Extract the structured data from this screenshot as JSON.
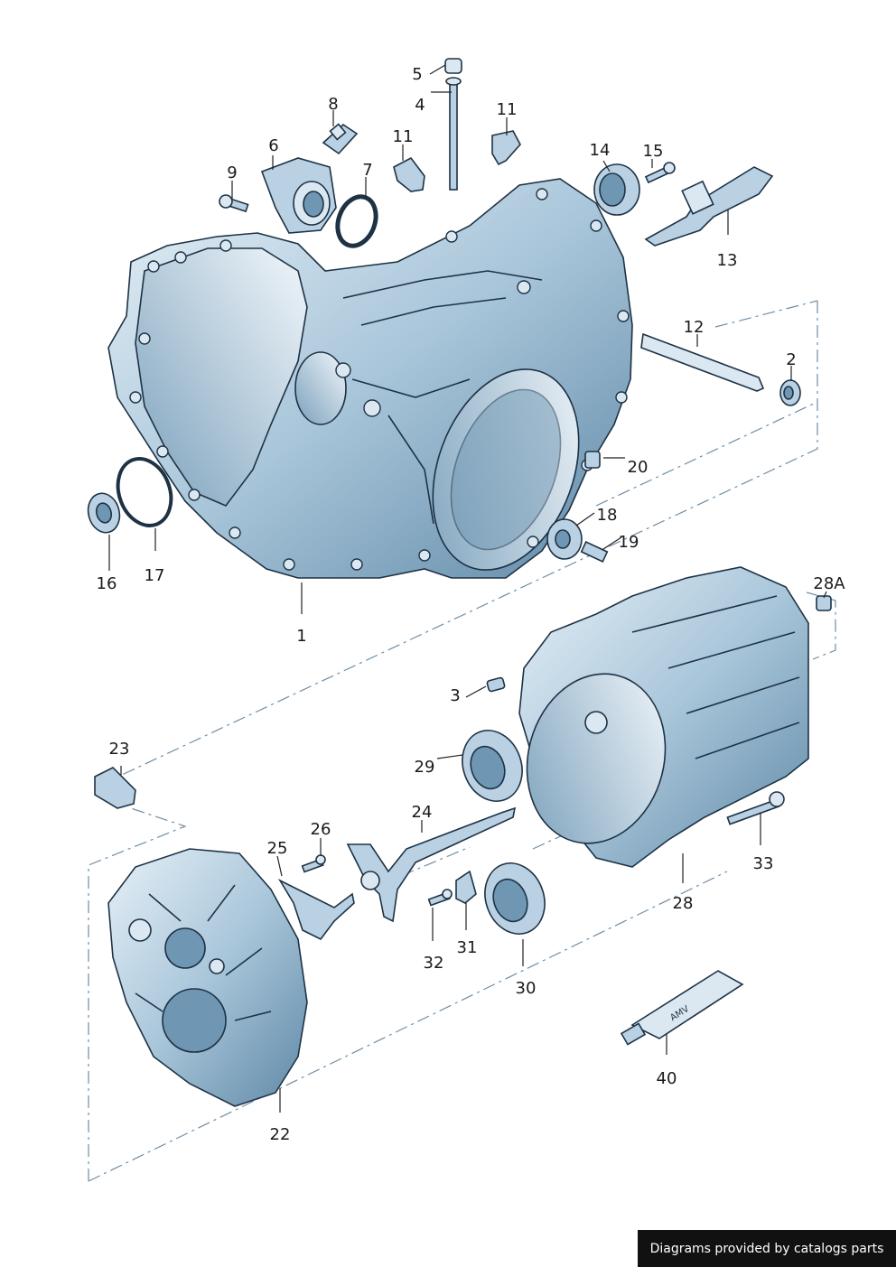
{
  "callouts": [
    {
      "id": "c1",
      "text": "1"
    },
    {
      "id": "c2",
      "text": "2"
    },
    {
      "id": "c3",
      "text": "3"
    },
    {
      "id": "c4",
      "text": "4"
    },
    {
      "id": "c5",
      "text": "5"
    },
    {
      "id": "c6",
      "text": "6"
    },
    {
      "id": "c7",
      "text": "7"
    },
    {
      "id": "c8",
      "text": "8"
    },
    {
      "id": "c9",
      "text": "9"
    },
    {
      "id": "c11a",
      "text": "11"
    },
    {
      "id": "c11b",
      "text": "11"
    },
    {
      "id": "c12",
      "text": "12"
    },
    {
      "id": "c13",
      "text": "13"
    },
    {
      "id": "c14",
      "text": "14"
    },
    {
      "id": "c15",
      "text": "15"
    },
    {
      "id": "c16",
      "text": "16"
    },
    {
      "id": "c17",
      "text": "17"
    },
    {
      "id": "c18",
      "text": "18"
    },
    {
      "id": "c19",
      "text": "19"
    },
    {
      "id": "c20",
      "text": "20"
    },
    {
      "id": "c22",
      "text": "22"
    },
    {
      "id": "c23",
      "text": "23"
    },
    {
      "id": "c24",
      "text": "24"
    },
    {
      "id": "c25",
      "text": "25"
    },
    {
      "id": "c26",
      "text": "26"
    },
    {
      "id": "c28",
      "text": "28"
    },
    {
      "id": "c28A",
      "text": "28A"
    },
    {
      "id": "c29",
      "text": "29"
    },
    {
      "id": "c30",
      "text": "30"
    },
    {
      "id": "c31",
      "text": "31"
    },
    {
      "id": "c32",
      "text": "32"
    },
    {
      "id": "c33",
      "text": "33"
    },
    {
      "id": "c40",
      "text": "40"
    }
  ],
  "tube_label": "AMV",
  "credit": "Diagrams provided by catalogs parts"
}
